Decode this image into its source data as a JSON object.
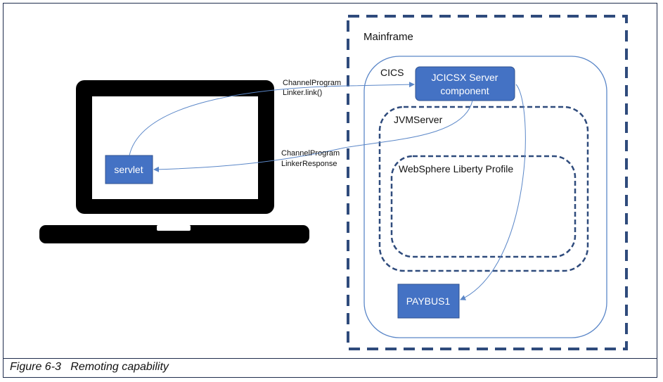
{
  "diagram": {
    "mainframe_label": "Mainframe",
    "cics_label": "CICS",
    "jvmserver_label": "JVMServer",
    "liberty_label": "WebSphere Liberty Profile",
    "server_component": {
      "line1": "JCICSX Server",
      "line2": "component"
    },
    "paybus_label": "PAYBUS1",
    "servlet_label": "servlet",
    "request_label": {
      "line1": "ChannelProgram",
      "line2": "Linker.link()"
    },
    "response_label": {
      "line1": "ChannelProgram",
      "line2": "LinkerResponse"
    }
  },
  "colors": {
    "box_fill": "#4472c4",
    "dashed_border": "#2f4b7c",
    "cics_border": "#5b87c8",
    "arrow": "#5b87c8"
  },
  "caption": {
    "figure_number": "Figure 6-3",
    "title": "Remoting capability"
  }
}
